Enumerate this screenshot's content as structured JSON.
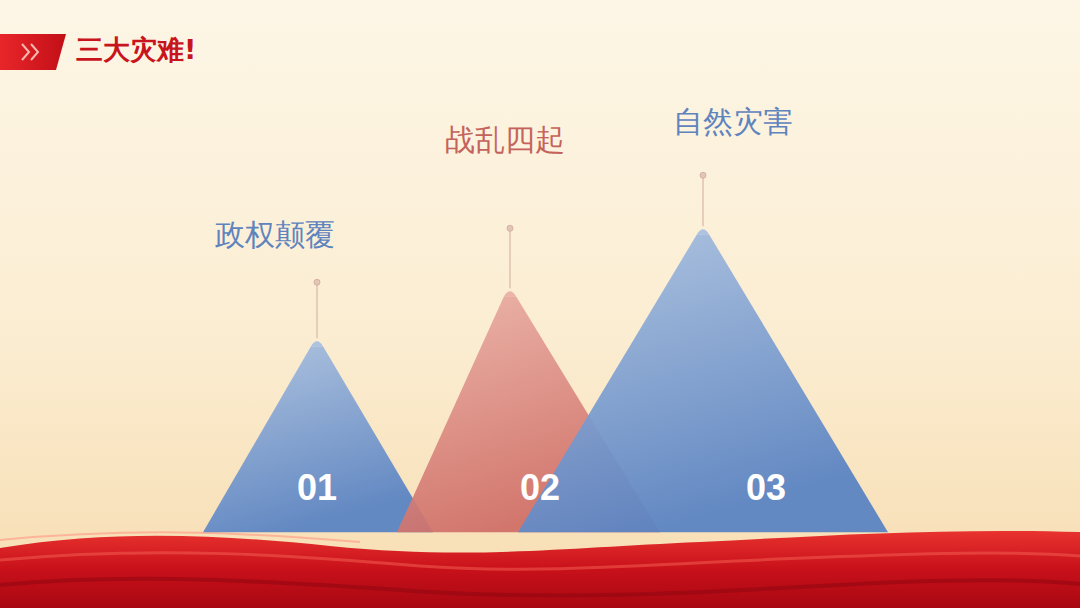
{
  "diagram": {
    "title": "三大灾难!",
    "nodes": [
      {
        "text": [
          "政权颠覆",
          "01"
        ]
      },
      {
        "text": [
          "战乱四起",
          "02"
        ]
      },
      {
        "text": [
          "自然灾害",
          "03"
        ]
      }
    ]
  }
}
